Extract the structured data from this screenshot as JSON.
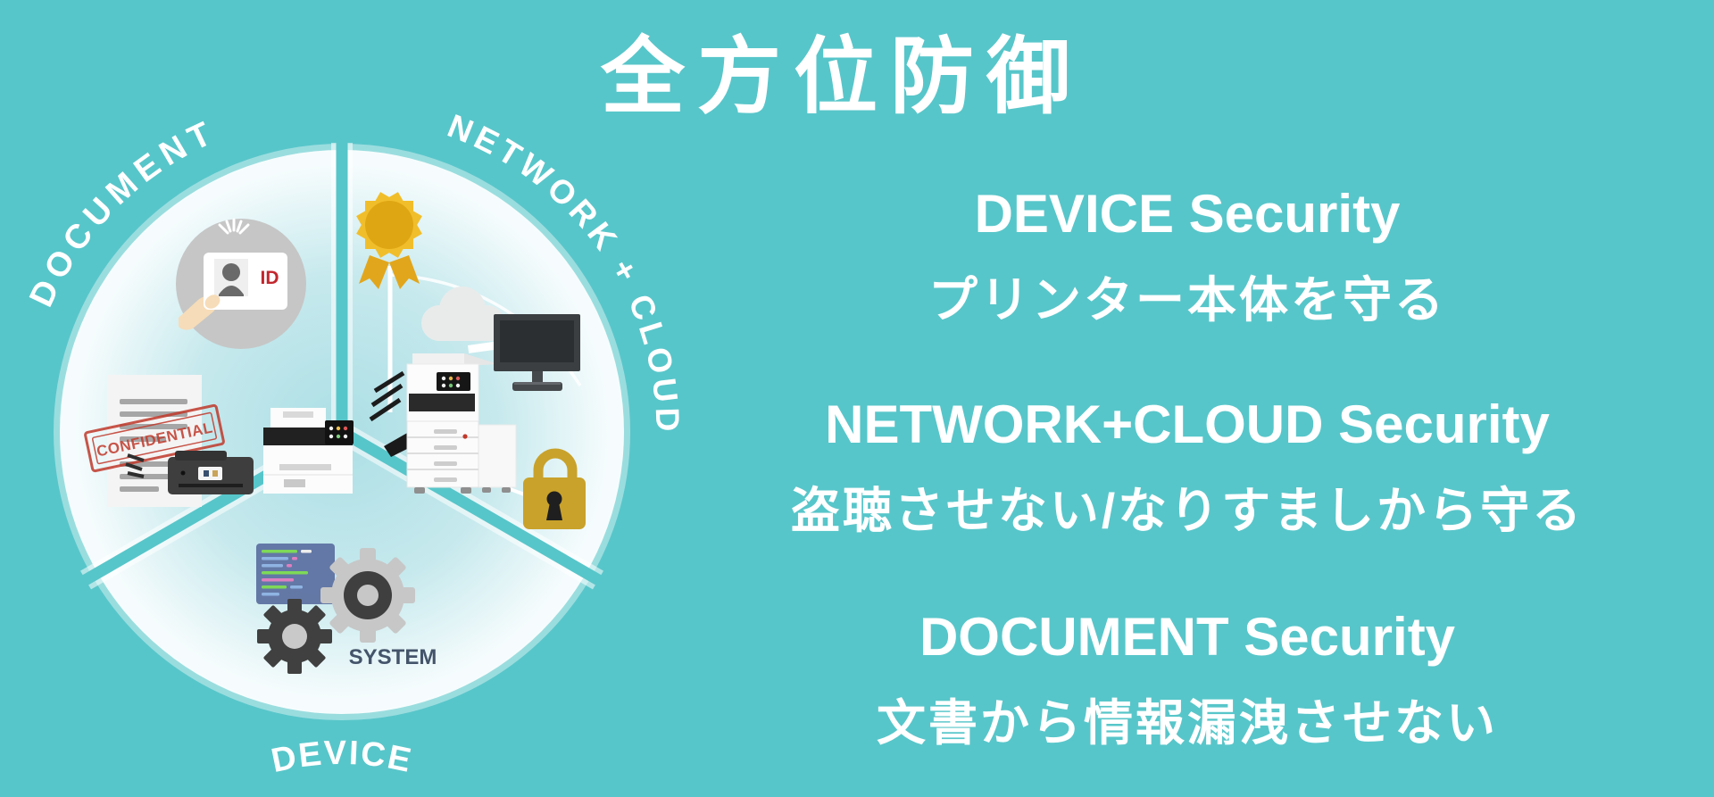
{
  "title": "全方位防御",
  "wheel": {
    "labels": {
      "document": "DOCUMENT",
      "network_cloud": "NETWORK + CLOUD",
      "device": "DEVICE"
    },
    "badges": {
      "id_card": "ID",
      "confidential": "CONFIDENTIAL",
      "system": "SYSTEM"
    },
    "icons": [
      "id-badge-icon",
      "confidential-document-icon",
      "inkjet-printer-icon",
      "mfp-printer-icon",
      "office-copier-icon",
      "award-ribbon-icon",
      "cloud-icon",
      "monitor-icon",
      "padlock-icon",
      "code-window-icon",
      "gear-icon"
    ]
  },
  "sections": [
    {
      "heading": "DEVICE Security",
      "subtitle": "プリンター本体を守る"
    },
    {
      "heading": "NETWORK+CLOUD Security",
      "subtitle": "盗聴させない/なりすましから守る"
    },
    {
      "heading": "DOCUMENT Security",
      "subtitle": "文書から情報漏洩させない"
    }
  ],
  "colors": {
    "background": "#57C6CA",
    "text": "#FFFFFF",
    "gold": "#E9B51F",
    "stamp_red": "#C0392B",
    "id_red": "#C2272E",
    "slate": "#44546A"
  }
}
